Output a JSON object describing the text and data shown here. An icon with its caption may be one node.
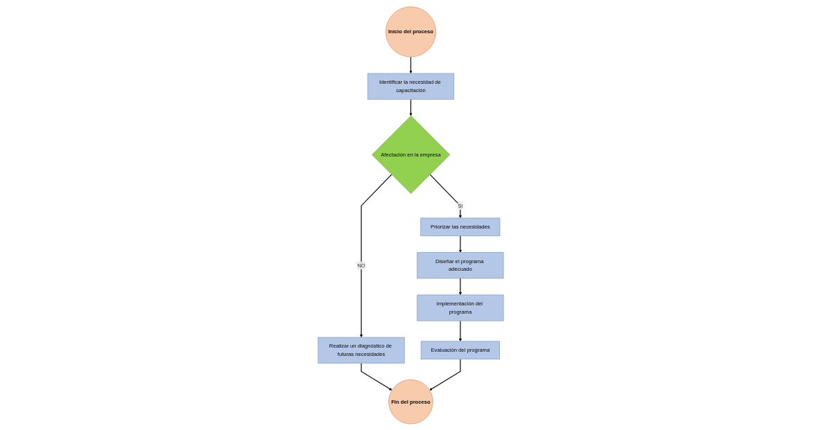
{
  "diagram": {
    "nodes": [
      {
        "text": [
          "Inicio del proceso"
        ]
      },
      {
        "text": [
          "Identificar la necesidad de capacitación"
        ]
      },
      {
        "text": [
          "Afectación en la empresa"
        ]
      },
      {
        "text": [
          "Realizar un diagnóstico de futuras necesidades"
        ]
      },
      {
        "text": [
          "Priorizar las necesidades"
        ]
      },
      {
        "text": [
          "Diseñar el programa adecuado"
        ]
      },
      {
        "text": [
          "Implementación del programa"
        ]
      },
      {
        "text": [
          "Evaluación del programa"
        ]
      },
      {
        "text": [
          "Fin del proceso"
        ]
      }
    ],
    "edges": [
      {
        "from": 0,
        "to": 1,
        "arrow": "to"
      },
      {
        "from": 1,
        "to": 2,
        "arrow": "to"
      },
      {
        "from": 2,
        "to": 3,
        "arrow": "to",
        "label": "NO"
      },
      {
        "from": 2,
        "to": 4,
        "arrow": "to",
        "label": "SI"
      },
      {
        "from": 3,
        "to": 8,
        "arrow": "to"
      },
      {
        "from": 4,
        "to": 5,
        "arrow": "to"
      },
      {
        "from": 5,
        "to": 6,
        "arrow": "to"
      },
      {
        "from": 6,
        "to": 7,
        "arrow": "to"
      },
      {
        "from": 7,
        "to": 8,
        "arrow": "to"
      }
    ]
  }
}
